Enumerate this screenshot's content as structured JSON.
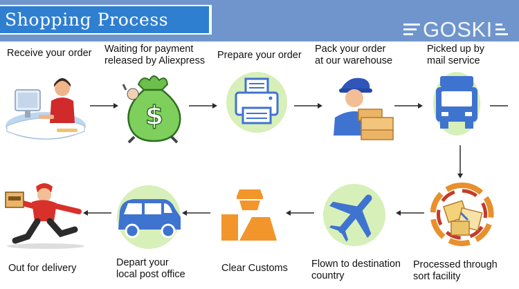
{
  "header": {
    "title": "Shopping Process",
    "logo_text": "GOSKI",
    "band_color": "#6f95cc",
    "title_color": "#2f7fd1"
  },
  "steps": [
    {
      "lines": [
        "Receive your order"
      ],
      "icon": "customer-at-computer-icon"
    },
    {
      "lines": [
        "Waiting for payment",
        "released by Aliexpress"
      ],
      "icon": "money-bag-icon"
    },
    {
      "lines": [
        "Prepare your order"
      ],
      "icon": "printer-icon"
    },
    {
      "lines": [
        "Pack your order",
        "at our warehouse"
      ],
      "icon": "warehouse-packer-icon"
    },
    {
      "lines": [
        "Picked up by",
        "mail service"
      ],
      "icon": "delivery-truck-icon"
    },
    {
      "lines": [
        "Processed through",
        "sort facility"
      ],
      "icon": "sorting-parcels-icon"
    },
    {
      "lines": [
        "Flown to destination",
        "country"
      ],
      "icon": "airplane-icon"
    },
    {
      "lines": [
        "Clear Customs"
      ],
      "icon": "customs-officer-icon"
    },
    {
      "lines": [
        "Depart your",
        "local post office"
      ],
      "icon": "van-icon"
    },
    {
      "lines": [
        "Out for delivery"
      ],
      "icon": "courier-running-icon"
    }
  ],
  "colors": {
    "green_circle": "#d7efb9",
    "icon_blue": "#3f73d0",
    "icon_orange": "#f2962b",
    "arrow": "#2a2a2a"
  }
}
